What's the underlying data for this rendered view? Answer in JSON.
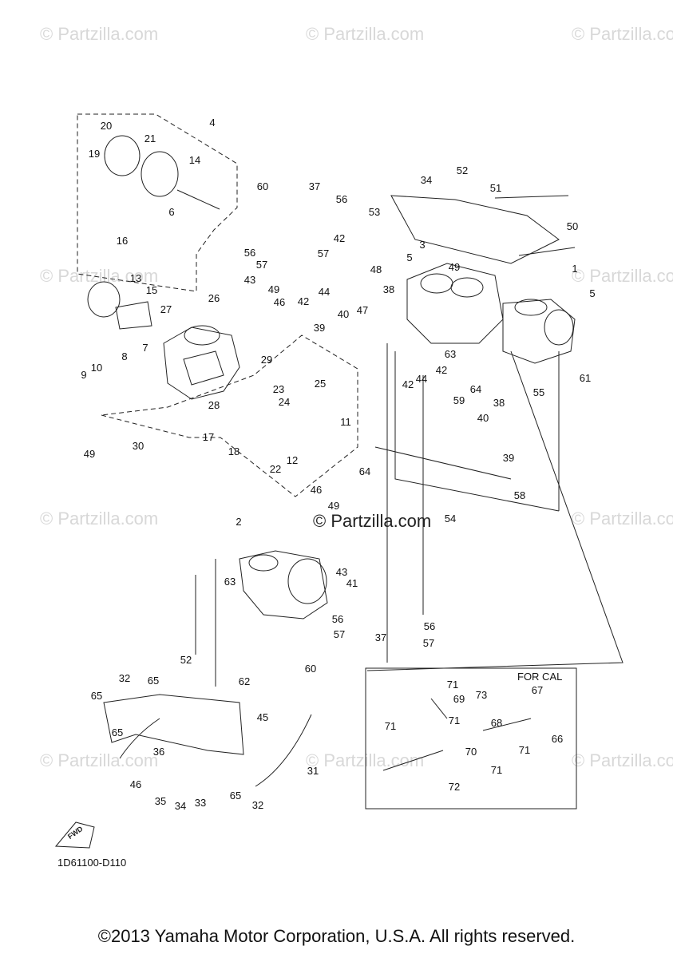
{
  "watermark": "© Partzilla.com",
  "center_mark": "© Partzilla.com",
  "diagram_code": "1D61100-D110",
  "for_cal_label": "FOR CAL",
  "fwd_label": "FWD",
  "footer": "©2013 Yamaha Motor Corporation, U.S.A. All rights reserved.",
  "callouts": [
    "20",
    "21",
    "19",
    "4",
    "14",
    "6",
    "16",
    "13",
    "15",
    "27",
    "26",
    "7",
    "8",
    "9",
    "10",
    "30",
    "49",
    "17",
    "18",
    "28",
    "29",
    "23",
    "24",
    "25",
    "22",
    "12",
    "11",
    "64",
    "60",
    "37",
    "56",
    "56",
    "57",
    "42",
    "57",
    "43",
    "49",
    "46",
    "42",
    "44",
    "48",
    "38",
    "39",
    "40",
    "47",
    "34",
    "52",
    "53",
    "51",
    "50",
    "3",
    "5",
    "49",
    "1",
    "5",
    "42",
    "44",
    "63",
    "42",
    "59",
    "64",
    "38",
    "55",
    "61",
    "40",
    "39",
    "58",
    "54",
    "46",
    "49",
    "2",
    "63",
    "43",
    "41",
    "56",
    "57",
    "37",
    "56",
    "57",
    "60",
    "62",
    "52",
    "32",
    "65",
    "65",
    "65",
    "45",
    "36",
    "46",
    "35",
    "34",
    "33",
    "65",
    "32",
    "31",
    "71",
    "69",
    "73",
    "67",
    "66",
    "71",
    "71",
    "68",
    "71",
    "70",
    "71",
    "72"
  ]
}
